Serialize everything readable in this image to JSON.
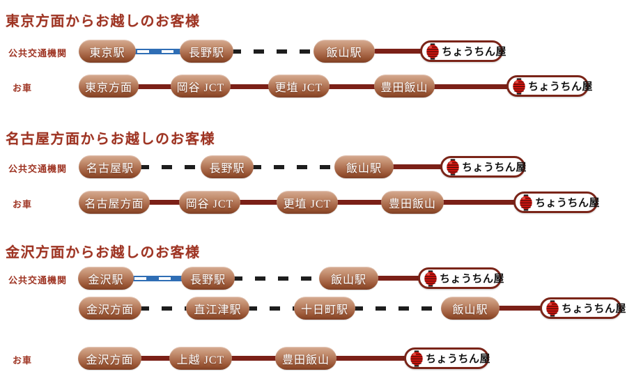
{
  "destination": {
    "label": "ちょうちん屋",
    "icon": "lantern-icon"
  },
  "colors": {
    "title_red": "#9e3423",
    "node_gradient_top": "#d6aa91",
    "node_gradient_bottom": "#7e3f26",
    "road_line": "#7b2017",
    "rail_line_dark": "#1d1d1d",
    "shinkansen_blue": "#2f6eb5",
    "badge_border": "#7a2418",
    "lantern_red": "#d8150f"
  },
  "sections": [
    {
      "title": "東京方面からお越しのお客様",
      "rows": [
        {
          "label": "公共交通機関",
          "nodes": [
            "東京駅",
            "長野駅",
            "飯山駅"
          ],
          "segments": [
            "shinkansen-line",
            "rail-dashed-line",
            "access-road-line"
          ],
          "destination": "ちょうちん屋"
        },
        {
          "label": "お車",
          "nodes": [
            "東京方面",
            "岡谷 JCT",
            "更埴 JCT",
            "豊田飯山"
          ],
          "segments": [
            "road-line",
            "road-line",
            "road-line",
            "road-line"
          ],
          "destination": "ちょうちん屋"
        }
      ]
    },
    {
      "title": "名古屋方面からお越しのお客様",
      "rows": [
        {
          "label": "公共交通機関",
          "nodes": [
            "名古屋駅",
            "長野駅",
            "飯山駅"
          ],
          "segments": [
            "rail-dashed-line",
            "rail-dashed-line",
            "access-road-line"
          ],
          "destination": "ちょうちん屋"
        },
        {
          "label": "お車",
          "nodes": [
            "名古屋方面",
            "岡谷 JCT",
            "更埴 JCT",
            "豊田飯山"
          ],
          "segments": [
            "road-line",
            "road-line",
            "road-line",
            "road-line"
          ],
          "destination": "ちょうちん屋"
        }
      ]
    },
    {
      "title": "金沢方面からお越しのお客様",
      "rows": [
        {
          "label": "公共交通機関",
          "nodes": [
            "金沢駅",
            "長野駅",
            "飯山駅"
          ],
          "segments": [
            "shinkansen-line",
            "rail-dashed-line",
            "access-road-line"
          ],
          "destination": "ちょうちん屋"
        },
        {
          "label": "",
          "nodes": [
            "金沢方面",
            "直江津駅",
            "十日町駅",
            "飯山駅"
          ],
          "segments": [
            "rail-dashed-line",
            "rail-dashed-line",
            "rail-dashed-line",
            "access-road-line"
          ],
          "destination": "ちょうちん屋"
        },
        {
          "label": "お車",
          "nodes": [
            "金沢方面",
            "上越 JCT",
            "豊田飯山"
          ],
          "segments": [
            "road-line",
            "road-line",
            "road-line"
          ],
          "destination": "ちょうちん屋"
        }
      ]
    }
  ]
}
